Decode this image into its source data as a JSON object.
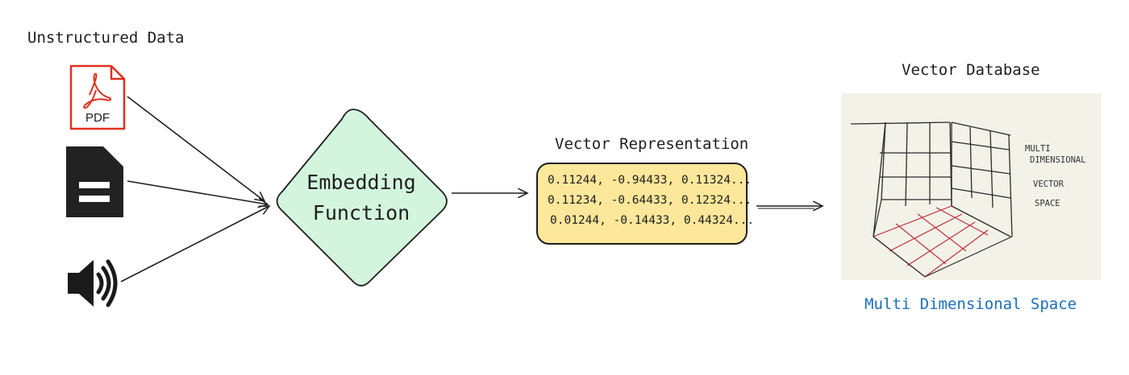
{
  "diagram": {
    "title_unstructured": "Unstructured Data",
    "pdf_icon_text": "PDF",
    "embedding_label_line1": "Embedding",
    "embedding_label_line2": "Function",
    "vector_rep_title": "Vector Representation",
    "vector_rows": [
      "0.11244, -0.94433, 0.11324...",
      "0.11234, -0.64433, 0.12324...",
      "0.01244, -0.14433, 0.44324..."
    ],
    "vector_db_title": "Vector Database",
    "sketch_note_1": "MULTI",
    "sketch_note_2": "DIMENSIONAL",
    "sketch_note_3": "VECTOR",
    "sketch_note_4": "SPACE",
    "caption": "Multi Dimensional Space"
  },
  "icons": [
    "pdf-file-icon",
    "document-file-icon",
    "speaker-audio-icon"
  ],
  "colors": {
    "diamond_fill": "#d3f5dd",
    "vector_box_fill": "#fde79a",
    "caption_blue": "#1a6fc0",
    "pdf_red": "#e0301e",
    "grid_red": "#c0303a"
  }
}
